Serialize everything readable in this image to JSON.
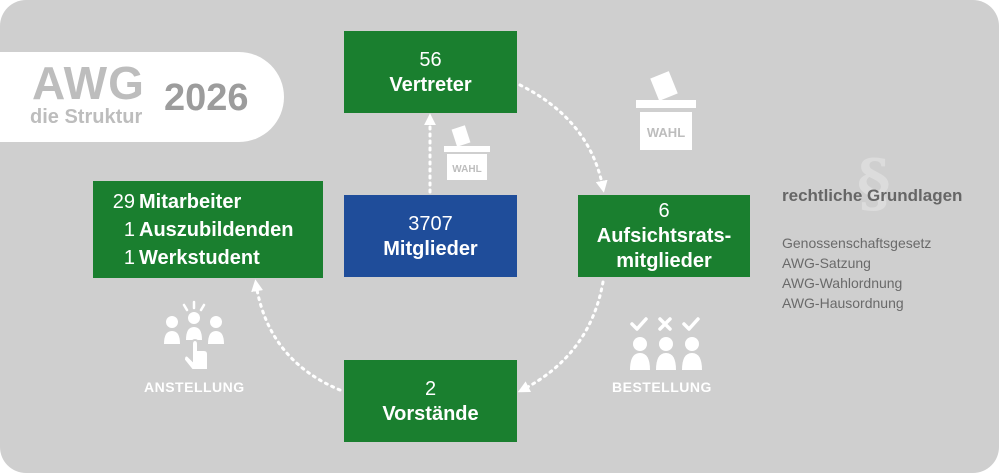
{
  "title": {
    "main": "AWG",
    "subtitle": "die Struktur",
    "year": "2026"
  },
  "boxes": {
    "vertreter": {
      "number": "56",
      "label": "Vertreter"
    },
    "mitglieder": {
      "number": "3707",
      "label": "Mitglieder"
    },
    "aufsichtsrat": {
      "number": "6",
      "label_line1": "Aufsichtsrats-",
      "label_line2": "mitglieder"
    },
    "vorstaende": {
      "number": "2",
      "label": "Vorstände"
    },
    "mitarbeiter": {
      "rows": [
        {
          "number": "29",
          "label": "Mitarbeiter"
        },
        {
          "number": "1",
          "label": "Auszubildenden"
        },
        {
          "number": "1",
          "label": "Werkstudent"
        }
      ]
    }
  },
  "captions": {
    "anstellung": "ANSTELLUNG",
    "bestellung": "BESTELLUNG"
  },
  "ballot_labels": {
    "small": "WAHL",
    "large": "WAHL"
  },
  "legal": {
    "symbol": "§",
    "heading": "rechtliche Grundlagen",
    "items": [
      "Genossenschaftsgesetz",
      "AWG-Satzung",
      "AWG-Wahlordnung",
      "AWG-Hausordnung"
    ]
  },
  "colors": {
    "background": "#cfcfcf",
    "green": "#1a7f2f",
    "blue": "#1f4d9a",
    "white": "#ffffff"
  },
  "icons": {
    "ballot_box": "ballot-box-icon",
    "arrow": "arrow-icon",
    "employee_selection": "employee-selection-icon",
    "voting_people": "voting-people-icon"
  }
}
